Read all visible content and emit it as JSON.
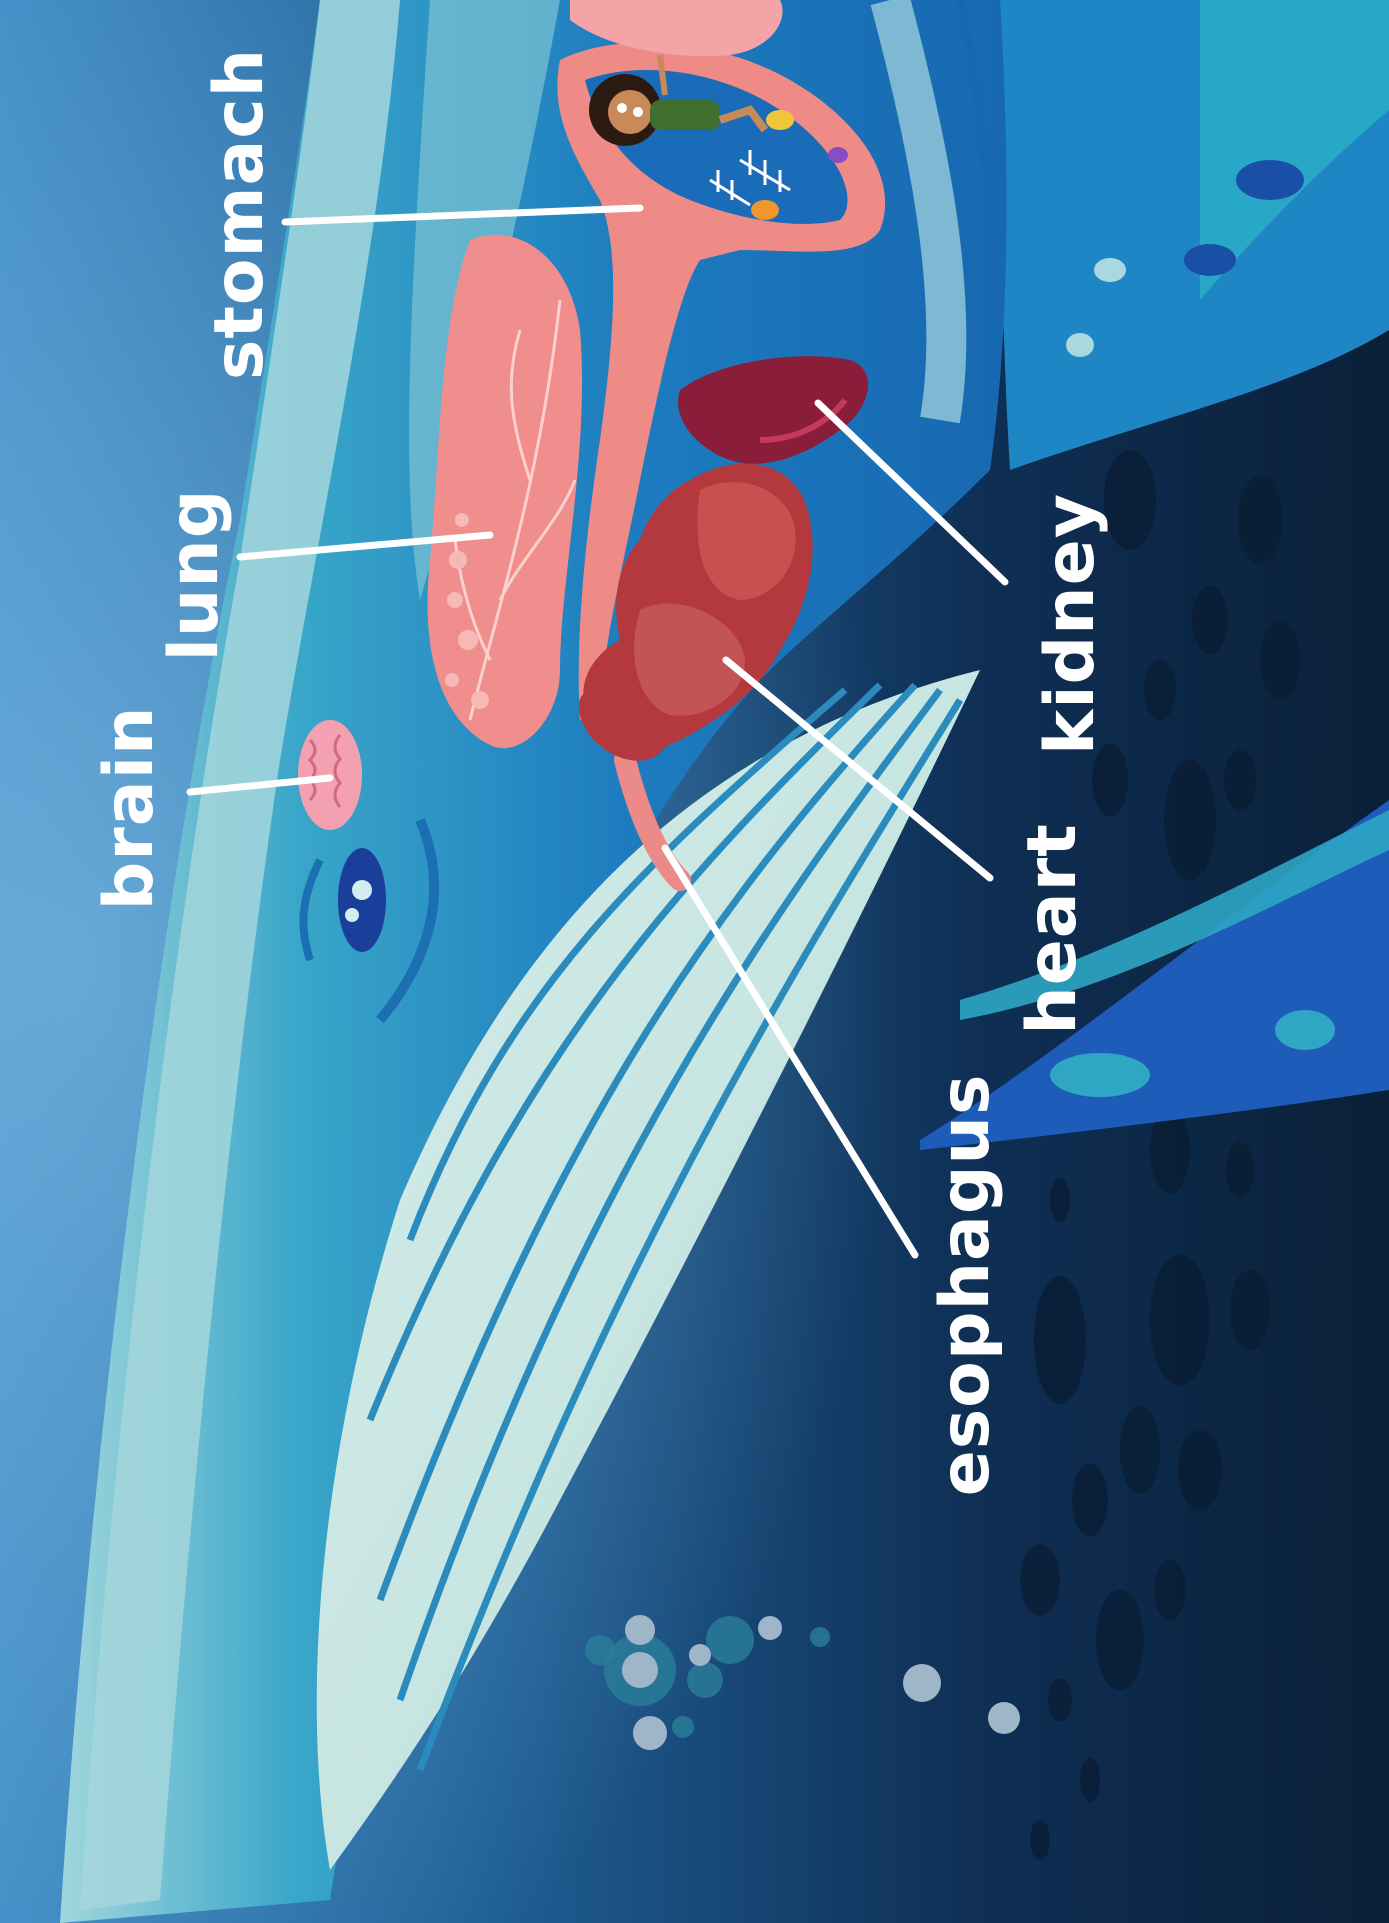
{
  "labels": {
    "stomach": "stomach",
    "lung": "lung",
    "brain": "brain",
    "kidney": "kidney",
    "heart": "heart",
    "esophagus": "esophagus"
  },
  "colors": {
    "ocean_dark": "#0b2540",
    "ocean_light": "#3a86c4",
    "whale_body": "#2f95c5",
    "whale_pale": "#a9d9df",
    "belly": "#c9e6e2",
    "organ_pink": "#ef8f8c",
    "heart_red": "#b4393e",
    "kidney_maroon": "#8a1e3a",
    "label_white": "#ffffff"
  }
}
